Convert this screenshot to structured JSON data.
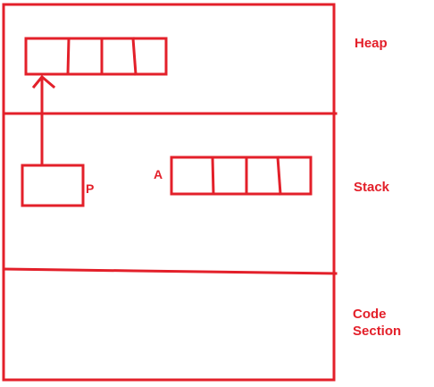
{
  "colors": {
    "ink": "#e3202a"
  },
  "labels": {
    "heap": "Heap",
    "stack": "Stack",
    "code_line1": "Code",
    "code_line2": "Section",
    "pointer": "P",
    "array": "A"
  }
}
